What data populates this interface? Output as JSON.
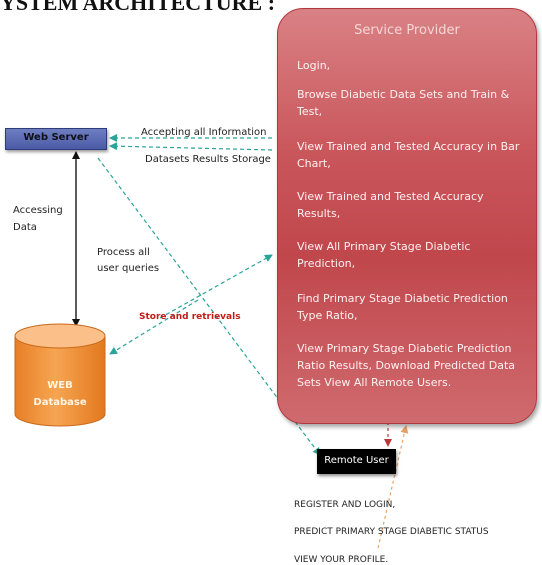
{
  "header": {
    "title": "YSTEM ARCHITECTURE :"
  },
  "service_provider": {
    "title": "Service Provider",
    "items": [
      "Login,",
      "Browse Diabetic Data Sets and Train & Test,",
      "View Trained and Tested Accuracy in Bar Chart,",
      "View Trained and Tested Accuracy Results,",
      "View All Primary Stage Diabetic Prediction,",
      "Find Primary Stage Diabetic Prediction Type Ratio,",
      "View Primary Stage Diabetic Prediction Ratio Results, Download Predicted Data Sets View All Remote Users."
    ]
  },
  "web_server": {
    "label": "Web Server"
  },
  "database": {
    "line1": "WEB",
    "line2": "Database"
  },
  "remote_user": {
    "label": "Remote User",
    "items": [
      "REGISTER AND LOGIN,",
      "PREDICT PRIMARY STAGE DIABETIC STATUS",
      "VIEW YOUR PROFILE."
    ]
  },
  "edges": {
    "accepting": "Accepting all Information",
    "datasets": "Datasets Results Storage",
    "accessing_line1": "Accessing",
    "accessing_line2": "Data",
    "process_line1": "Process all",
    "process_line2": "user queries",
    "store": "Store and retrievals"
  },
  "colors": {
    "service_provider_fill": "#c9565b",
    "web_server_fill": "#5a69b0",
    "database_fill": "#f2953a",
    "remote_user_fill": "#000000",
    "teal_arrow": "#2aa39a",
    "orange_arrow": "#e8a266",
    "red_arrow": "#b83a3a",
    "store_label": "#c21b1b"
  }
}
